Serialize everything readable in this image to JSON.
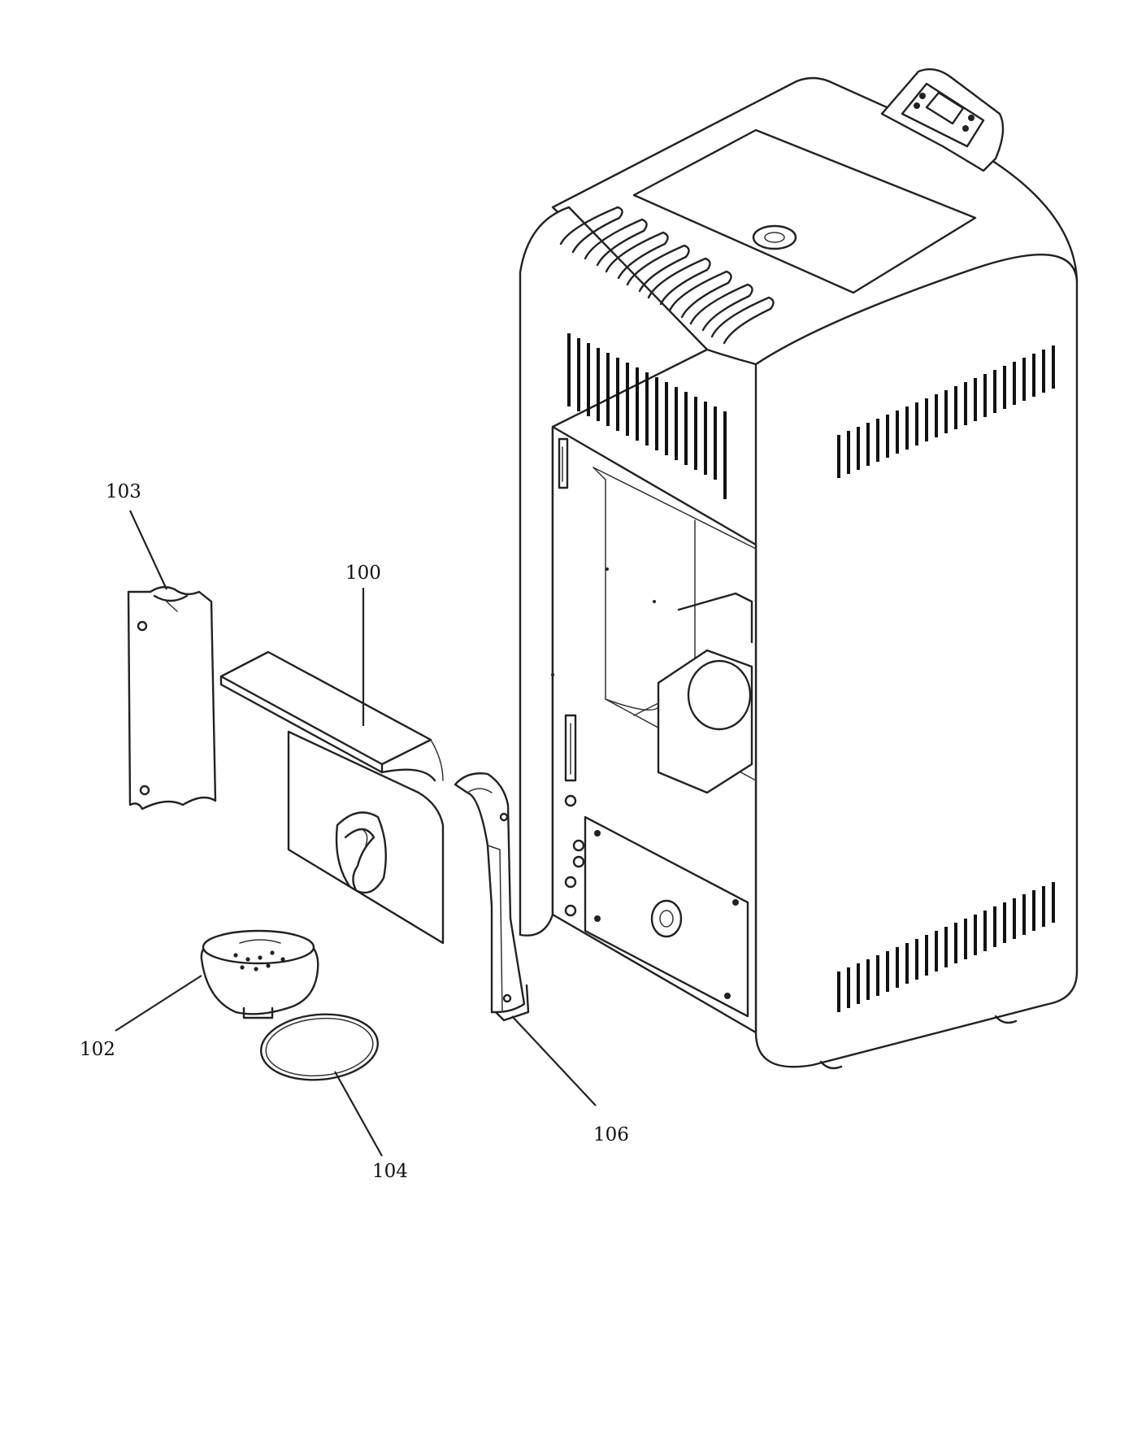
{
  "figure": {
    "labels": {
      "part_100": "100",
      "part_102": "102",
      "part_103": "103",
      "part_104": "104",
      "part_106": "106"
    }
  }
}
